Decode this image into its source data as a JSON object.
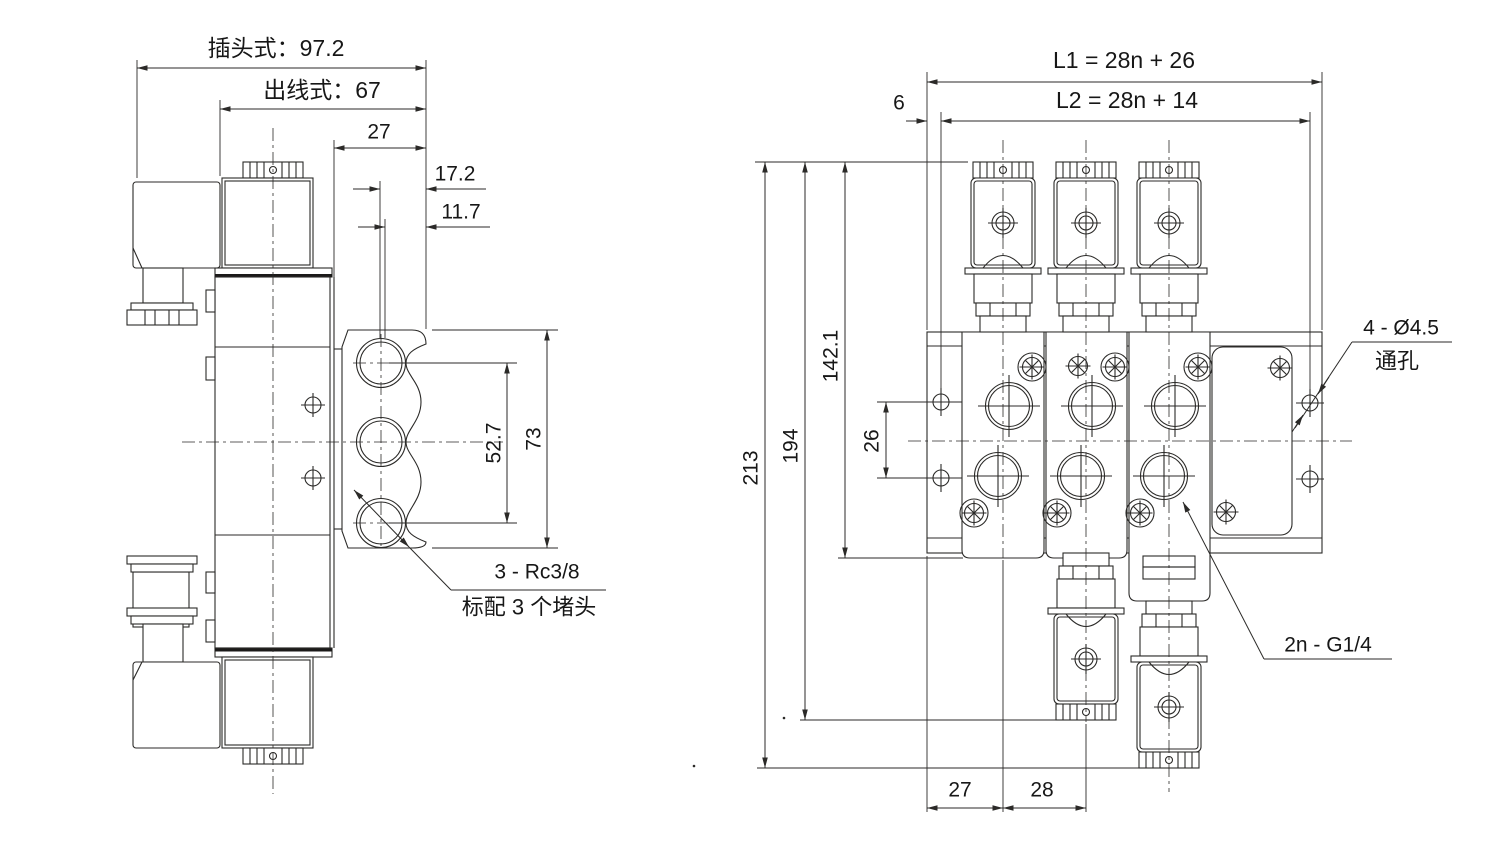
{
  "colors": {
    "line": "#2b2a28",
    "text": "#171717",
    "background": "#ffffff"
  },
  "drawing": {
    "left_view": {
      "dims": {
        "plug_type": "插头式：97.2",
        "lead_wire_type": "出线式：67",
        "w27": "27",
        "w17_2": "17.2",
        "w11_7": "11.7",
        "h52_7": "52.7",
        "h73": "73"
      },
      "labels": {
        "port_spec": "3 - Rc3/8",
        "plug_note": "标配 3 个堵头"
      }
    },
    "right_view": {
      "dims": {
        "L1": "L1 = 28n + 26",
        "L2": "L2 = 28n + 14",
        "d6": "6",
        "v213": "213",
        "v194": "194",
        "v142_1": "142.1",
        "v26": "26",
        "b27": "27",
        "b28": "28"
      },
      "labels": {
        "through_hole_spec": "4 - Ø4.5",
        "through_hole_label": "通孔",
        "port_spec": "2n - G1/4"
      }
    }
  }
}
